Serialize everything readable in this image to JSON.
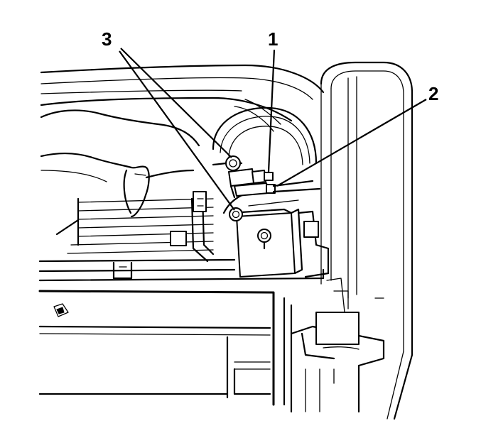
{
  "diagram": {
    "callouts": [
      {
        "id": "callout-1",
        "label": "1"
      },
      {
        "id": "callout-2",
        "label": "2"
      },
      {
        "id": "callout-3",
        "label": "3"
      }
    ]
  }
}
